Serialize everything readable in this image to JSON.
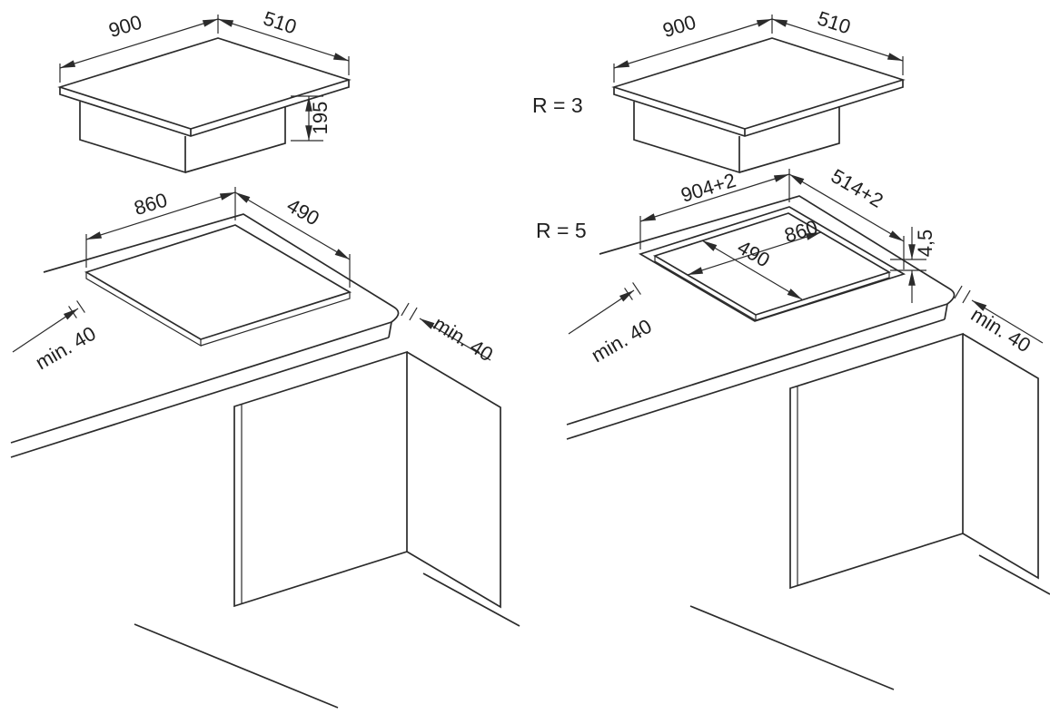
{
  "page": {
    "background": "#ffffff",
    "line_color": "#2b2b2b",
    "description": "Installation dimension drawing: hob isometric views and worktop cut-out views"
  },
  "diagrams": {
    "hob_left": {
      "width": "900",
      "depth": "510",
      "height": "195"
    },
    "hob_right": {
      "width": "900",
      "depth": "510",
      "corner_radius": "R = 3"
    },
    "worktop_left": {
      "cutout_width": "860",
      "cutout_depth": "490",
      "clearance_left": "min. 40",
      "clearance_right": "min. 40"
    },
    "worktop_right": {
      "recess_width": "904+2",
      "recess_depth": "514+2",
      "recess_height": "4,5",
      "cutout_width": "860",
      "cutout_depth": "490",
      "clearance_left": "min. 40",
      "clearance_right": "min. 40",
      "corner_radius": "R = 5"
    }
  }
}
